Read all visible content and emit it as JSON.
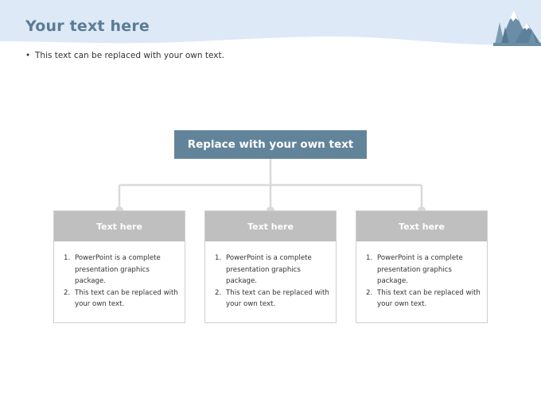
{
  "slide": {
    "title": "Your text here",
    "bullet": "This text can be replaced with your own text.",
    "root_label": "Replace with your own text",
    "cards": [
      {
        "heading": "Text here",
        "items": [
          {
            "number": "1.",
            "text": "PowerPoint is a complete presentation graphics package."
          },
          {
            "number": "2.",
            "text": "This text can be replaced with your own text."
          }
        ]
      },
      {
        "heading": "Text here",
        "items": [
          {
            "number": "1.",
            "text": "PowerPoint is a complete presentation graphics package."
          },
          {
            "number": "2.",
            "text": "This text can be replaced with your own text."
          }
        ]
      },
      {
        "heading": "Text here",
        "items": [
          {
            "number": "1.",
            "text": "PowerPoint is a complete presentation graphics package."
          },
          {
            "number": "2.",
            "text": "This text can be replaced with your own text."
          }
        ]
      }
    ]
  },
  "colors": {
    "header_band": "#dde9f6",
    "title": "#5a7c94",
    "root_box": "#62849a",
    "card_head": "#bfbfbf",
    "connector": "#d9d9d9"
  },
  "icons": [
    "snowy-mountain-trees-icon"
  ]
}
